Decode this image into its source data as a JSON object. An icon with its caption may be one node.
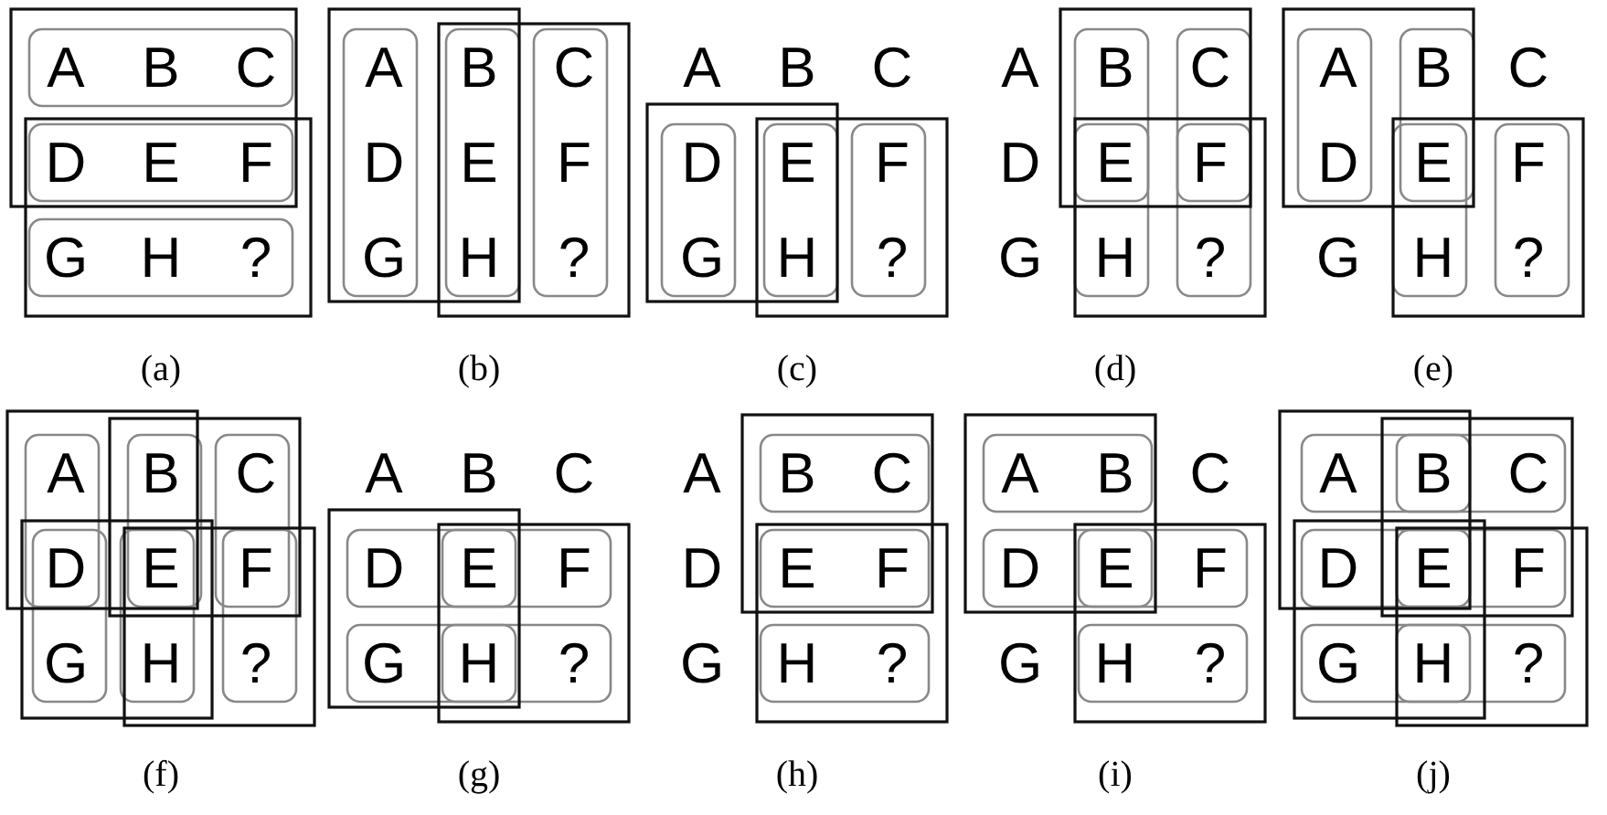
{
  "diagram": {
    "labels": [
      "A",
      "B",
      "C",
      "D",
      "E",
      "F",
      "G",
      "H",
      "?",
      "(a)",
      "A",
      "B",
      "C",
      "D",
      "E",
      "F",
      "G",
      "H",
      "?",
      "(b)",
      "A",
      "B",
      "C",
      "D",
      "E",
      "F",
      "G",
      "H",
      "?",
      "(c)",
      "A",
      "B",
      "C",
      "D",
      "E",
      "F",
      "G",
      "H",
      "?",
      "(d)",
      "A",
      "B",
      "C",
      "D",
      "E",
      "F",
      "G",
      "H",
      "?",
      "(e)",
      "A",
      "B",
      "C",
      "D",
      "E",
      "F",
      "G",
      "H",
      "?",
      "(f)",
      "A",
      "B",
      "C",
      "D",
      "E",
      "F",
      "G",
      "H",
      "?",
      "(g)",
      "A",
      "B",
      "C",
      "D",
      "E",
      "F",
      "G",
      "H",
      "?",
      "(h)",
      "A",
      "B",
      "C",
      "D",
      "E",
      "F",
      "G",
      "H",
      "?",
      "(i)",
      "A",
      "B",
      "C",
      "D",
      "E",
      "F",
      "G",
      "H",
      "?",
      "(j)"
    ]
  }
}
